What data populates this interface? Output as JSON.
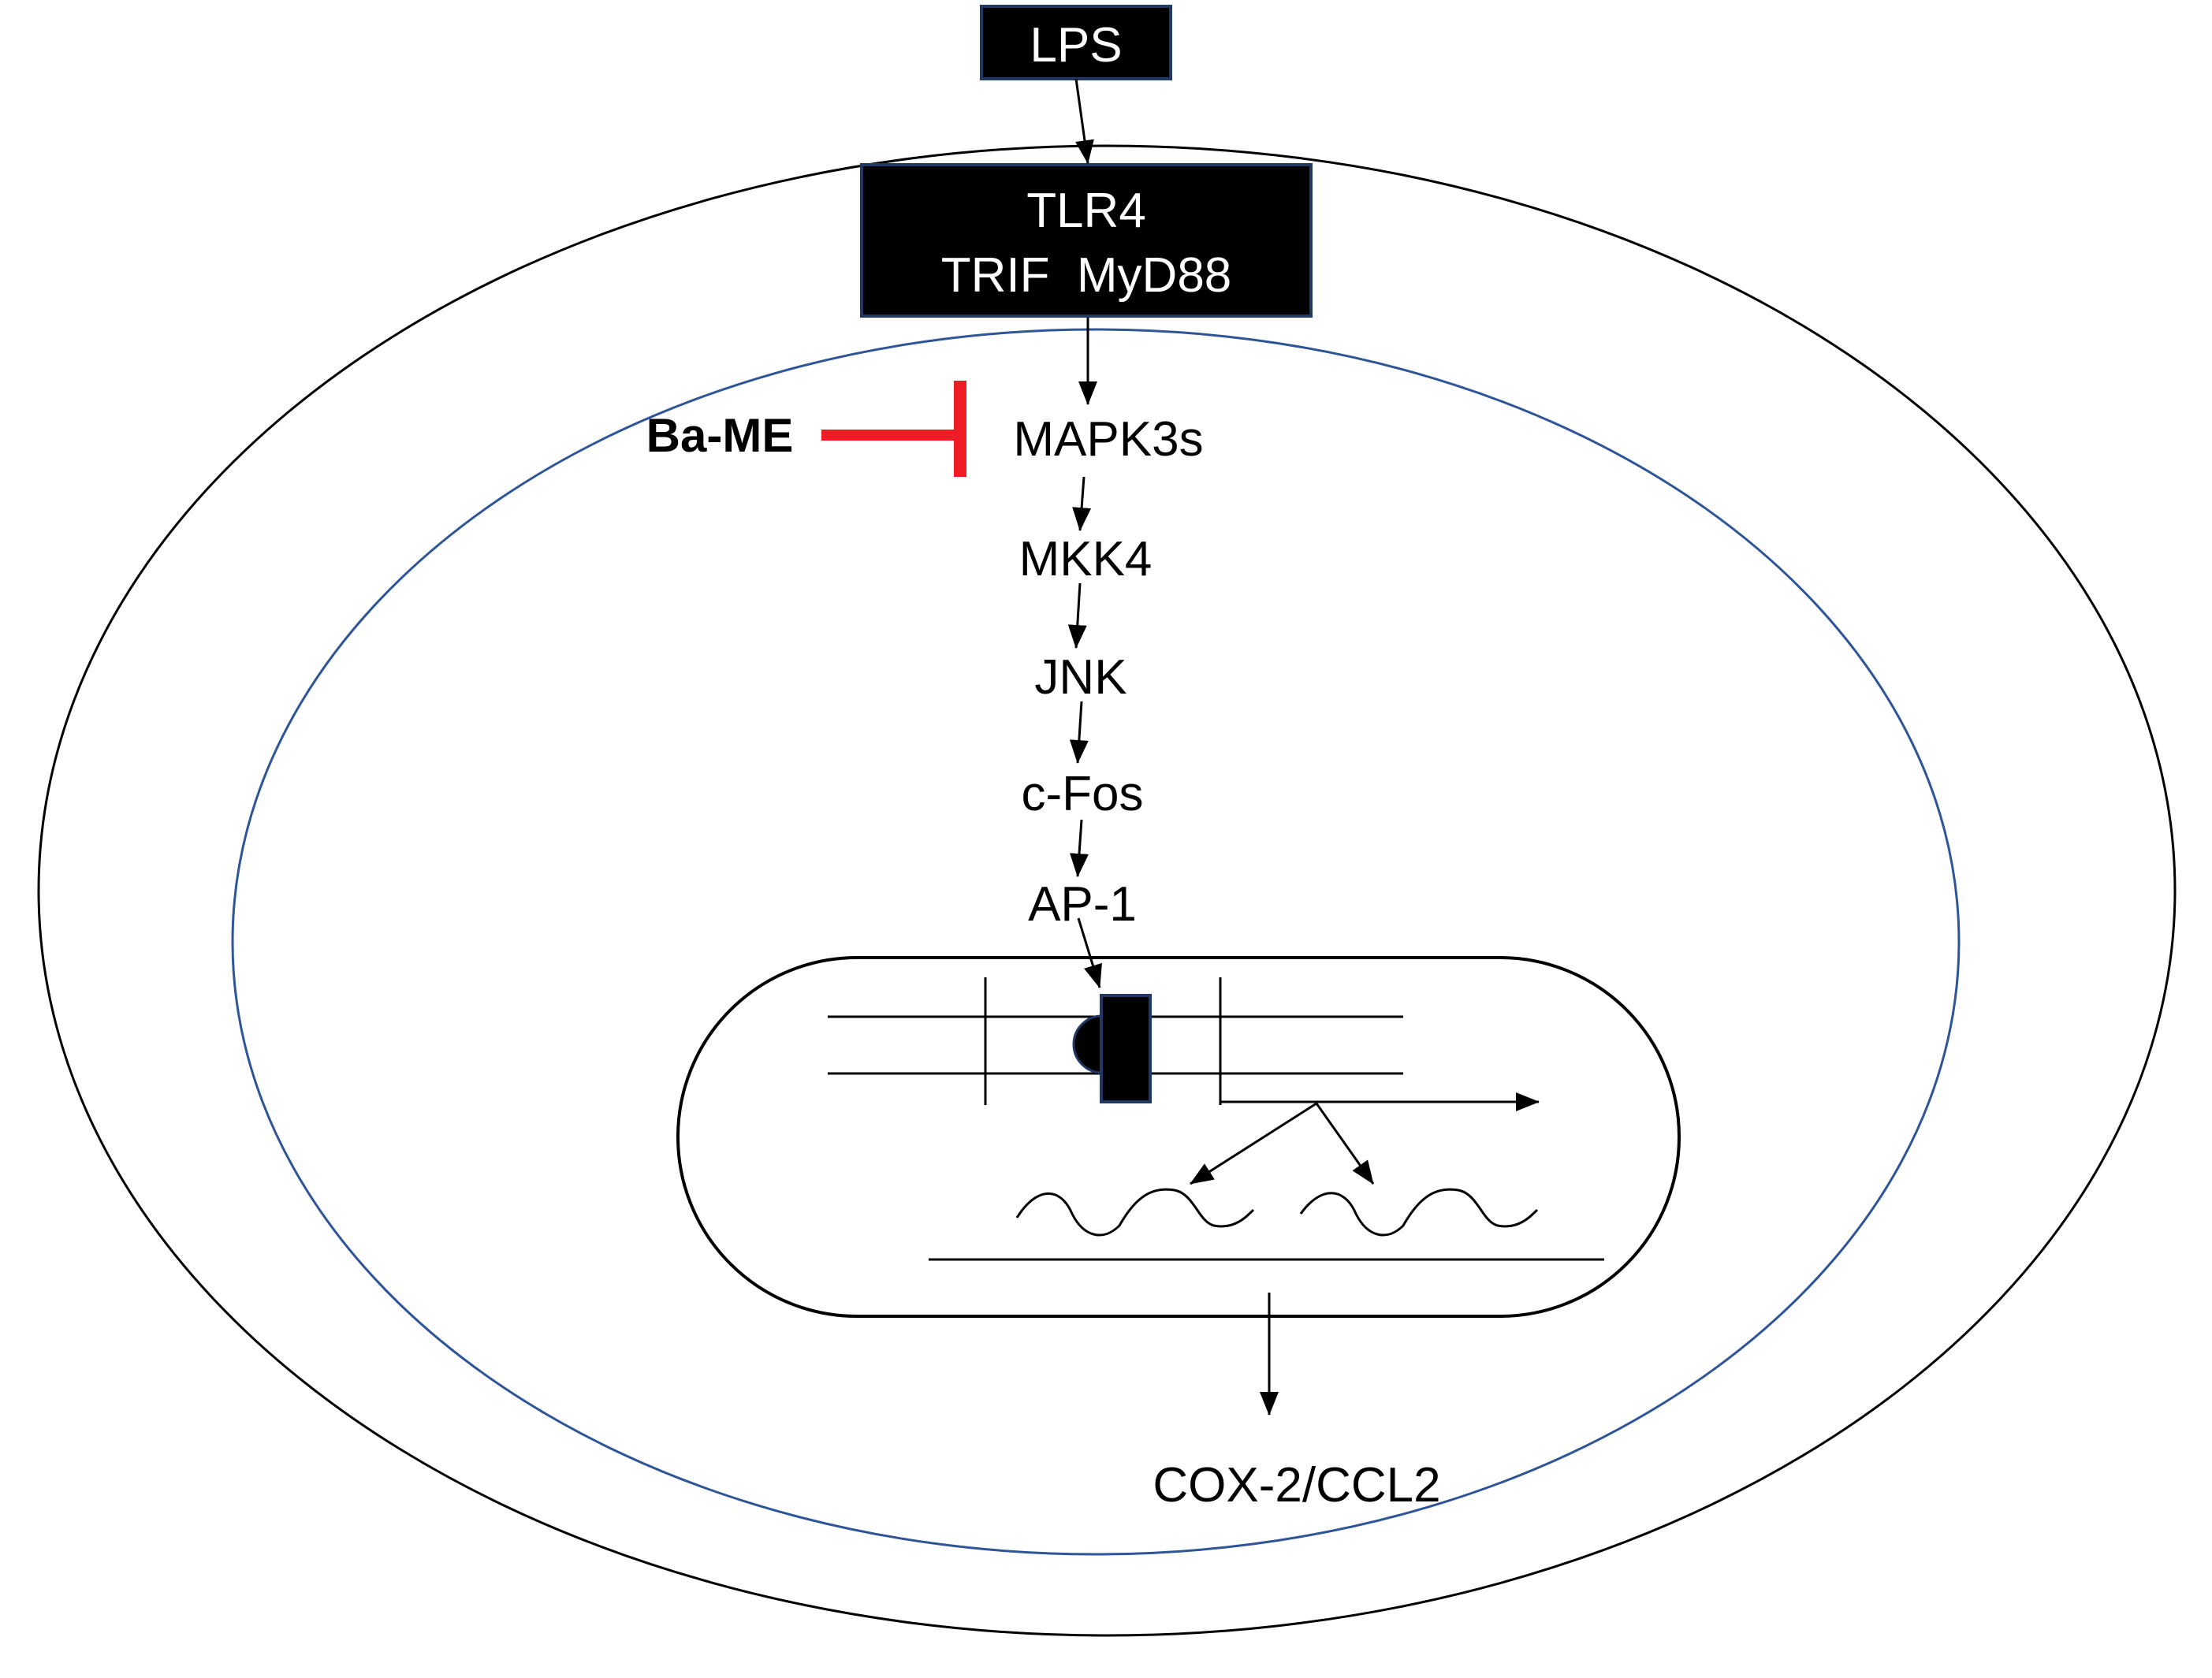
{
  "labels": {
    "lps": "LPS",
    "receptor_line1": "TLR4",
    "receptor_line2": "TRIF  MyD88",
    "inhibitor": "Ba-ME",
    "mapk3s": "MAPK3s",
    "mkk4": "MKK4",
    "jnk": "JNK",
    "cfos": "c-Fos",
    "ap1": "AP-1",
    "output": "COX-2/CCL2"
  },
  "colors": {
    "box_fill": "#000000",
    "box_text": "#ffffff",
    "inner_membrane": "#2e5597",
    "inhibition": "#ee1c24",
    "line": "#000000"
  }
}
